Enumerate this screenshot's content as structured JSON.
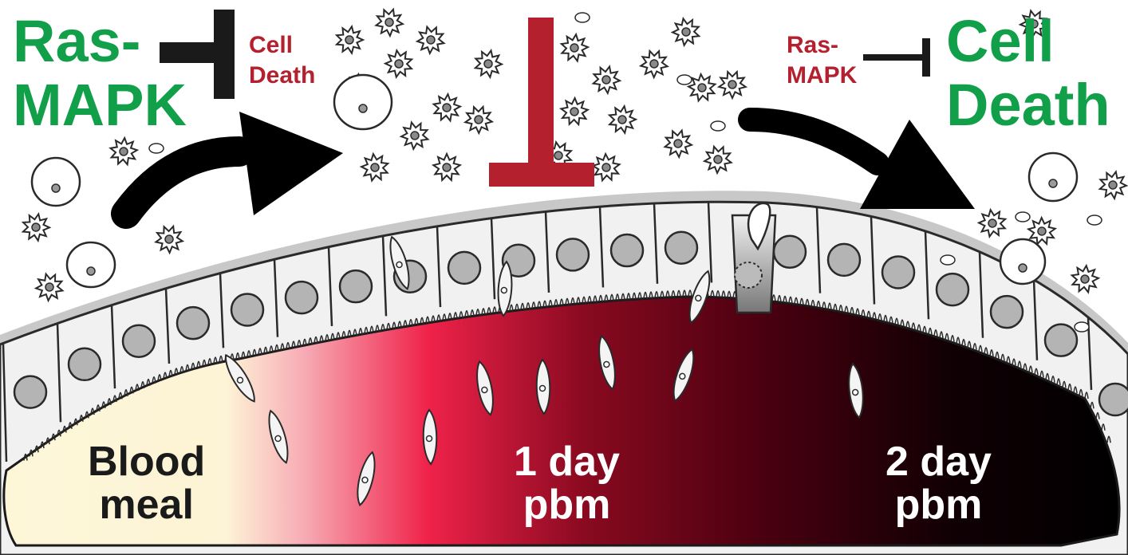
{
  "labels": {
    "left_pathway": [
      "Ras-",
      "MAPK"
    ],
    "left_target": [
      "Cell",
      "Death"
    ],
    "right_pathway": [
      "Ras-",
      "MAPK"
    ],
    "right_target": [
      "Cell",
      "Death"
    ],
    "stage_blood_meal": [
      "Blood",
      "meal"
    ],
    "stage_1day": [
      "1 day",
      "pbm"
    ],
    "stage_2day": [
      "2 day",
      "pbm"
    ]
  },
  "colors": {
    "pathway_green": "#11a049",
    "inhibition_red": "#b5202e",
    "blood_light": "#fdf7d8",
    "blood_red": "#f0224a",
    "blood_dark": "#7a0014",
    "blood_black": "#000000"
  },
  "icons": [
    "inhibition-bar-icon",
    "curved-arrow-icon",
    "epithelial-cell-icon",
    "apoptotic-cell-icon",
    "parasite-icon"
  ]
}
